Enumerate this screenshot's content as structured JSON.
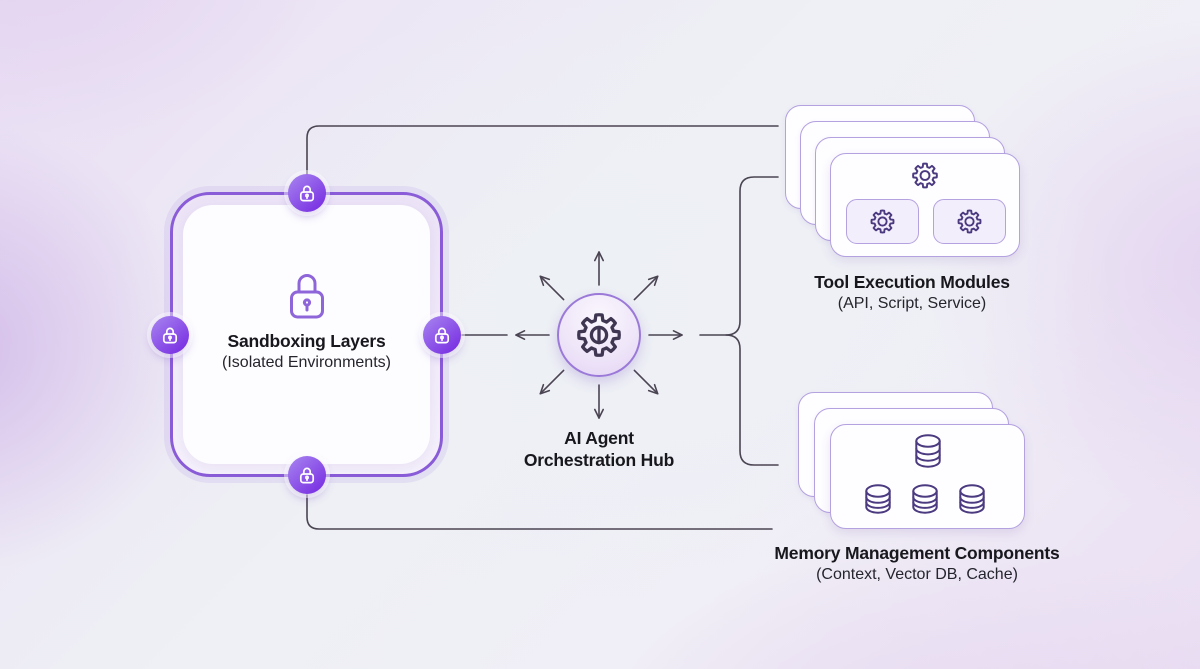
{
  "sandbox": {
    "title": "Sandboxing Layers",
    "subtitle": "(Isolated Environments)"
  },
  "hub": {
    "line1": "AI Agent",
    "line2": "Orchestration Hub"
  },
  "tool_modules": {
    "title": "Tool Execution Modules",
    "subtitle": "(API, Script, Service)"
  },
  "memory": {
    "title": "Memory Management Components",
    "subtitle": "(Context, Vector DB, Cache)"
  },
  "icons": {
    "sandbox_center": "lock-icon",
    "sandbox_badges": "lock-badge-icon",
    "hub_center": "gear-icon",
    "hub_arrows": "radial-arrows-icon",
    "tool_cards": "gear-icon",
    "memory_cards": "database-icon"
  },
  "colors": {
    "accent": "#8f66d9",
    "box_border": "#8a5cd8",
    "badge_light": "#a886f0",
    "badge_dark": "#7c35e3",
    "hub_border": "#9b79d8",
    "card_border": "#b3a1e0",
    "module_fill": "#f3eefb",
    "connector": "#4b4452",
    "icon_dark": "#3f3752",
    "icon_purple": "#4b3a80",
    "title": "#17171d",
    "subtitle": "#25252d"
  }
}
